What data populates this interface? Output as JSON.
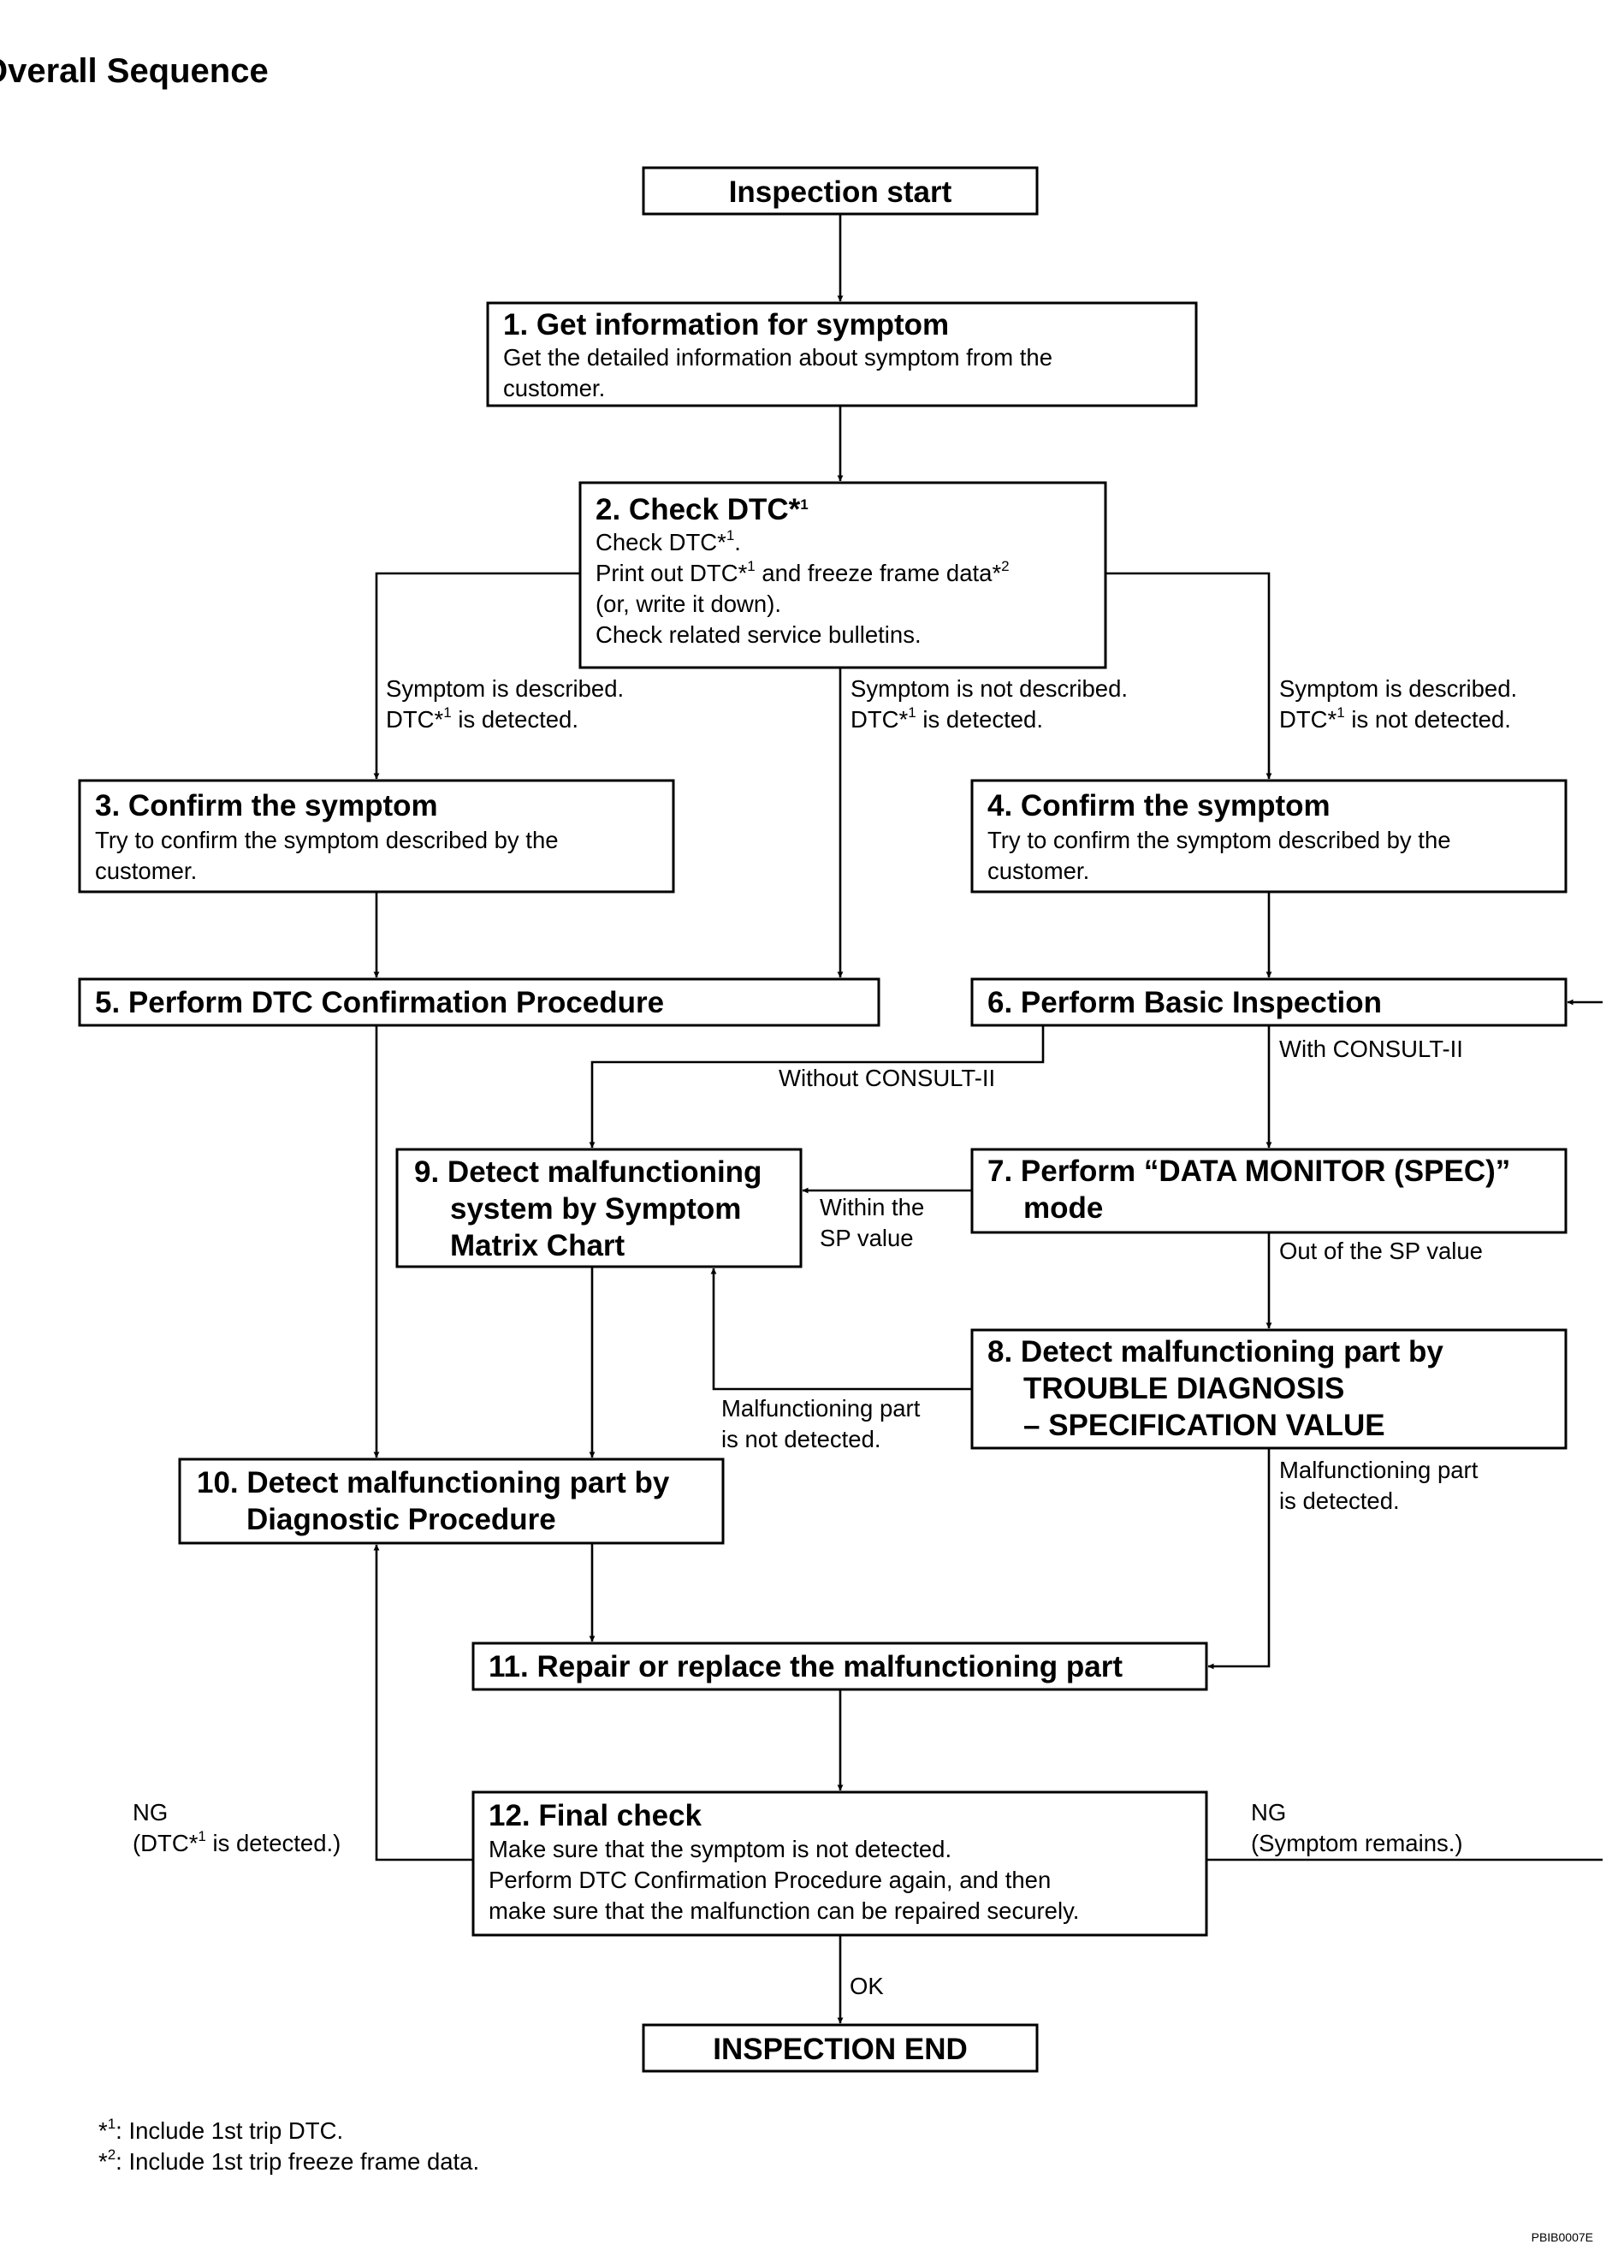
{
  "section_title": "Overall Sequence",
  "nodes": {
    "start": {
      "title": "Inspection start"
    },
    "n1": {
      "title": "1. Get information for symptom",
      "body": [
        "Get the detailed information about symptom from the",
        "customer."
      ]
    },
    "n2": {
      "title": "2. Check DTC*1",
      "body": [
        "Check DTC*1.",
        "Print out DTC*1 and freeze frame data*2",
        "(or, write it down).",
        "Check related service bulletins."
      ]
    },
    "n3": {
      "title": "3. Confirm the symptom",
      "body": [
        "Try to confirm the symptom described by the",
        "customer."
      ]
    },
    "n4": {
      "title": "4. Confirm the symptom",
      "body": [
        "Try to confirm the symptom described by the",
        "customer."
      ]
    },
    "n5": {
      "title": "5. Perform DTC Confirmation Procedure"
    },
    "n6": {
      "title": "6. Perform Basic Inspection"
    },
    "n7": {
      "title": [
        "7. Perform “DATA MONITOR (SPEC)”",
        "mode"
      ]
    },
    "n8": {
      "title": [
        "8. Detect malfunctioning part by",
        "TROUBLE DIAGNOSIS",
        "– SPECIFICATION VALUE"
      ]
    },
    "n9": {
      "title": [
        "9. Detect malfunctioning",
        "system by Symptom",
        "Matrix Chart"
      ]
    },
    "n10": {
      "title": [
        "10. Detect malfunctioning part by",
        "Diagnostic Procedure"
      ]
    },
    "n11": {
      "title": "11. Repair or replace the malfunctioning part"
    },
    "n12": {
      "title": "12. Final check",
      "body": [
        "Make sure that the symptom is not detected.",
        "Perform DTC Confirmation Procedure again, and then",
        "make sure that the malfunction can be repaired securely."
      ]
    },
    "end": {
      "title": "INSPECTION END"
    }
  },
  "edge_labels": {
    "to3": [
      "Symptom is described.",
      "DTC*1 is detected."
    ],
    "to5": [
      "Symptom is not described.",
      "DTC*1 is detected."
    ],
    "to4": [
      "Symptom is described.",
      "DTC*1 is not detected."
    ],
    "with_consult": "With CONSULT-II",
    "without_consult": "Without CONSULT-II",
    "within_sp": [
      "Within the",
      "SP value"
    ],
    "out_sp": "Out of the SP value",
    "not_detected": [
      "Malfunctioning part",
      "is not detected."
    ],
    "detected": [
      "Malfunctioning part",
      "is detected."
    ],
    "ng_left": [
      "NG",
      "(DTC*1 is detected.)"
    ],
    "ng_right": [
      "NG",
      "(Symptom remains.)"
    ],
    "ok": "OK"
  },
  "footnotes": [
    "*1: Include 1st trip DTC.",
    "*2: Include 1st trip freeze frame data."
  ],
  "figure_code": "PBIB0007E"
}
